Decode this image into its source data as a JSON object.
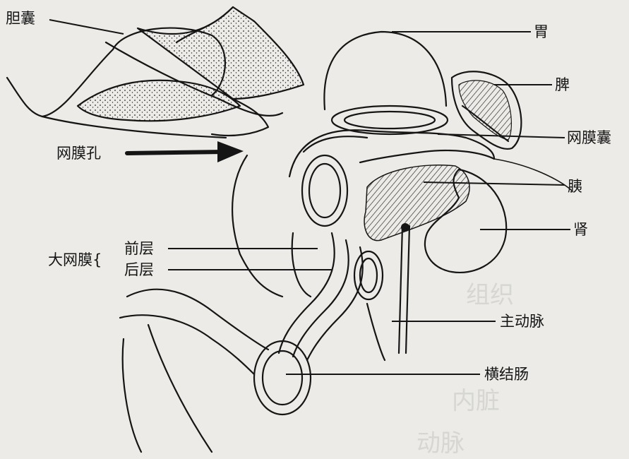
{
  "labels": {
    "gallbladder": "胆囊",
    "stomach": "胃",
    "spleen": "脾",
    "omental_bursa": "网膜囊",
    "epiploic_foramen": "网膜孔",
    "pancreas": "胰",
    "kidney": "肾",
    "greater_omentum": "大网膜{",
    "anterior_layer": "前层",
    "posterior_layer": "后层",
    "aorta": "主动脉",
    "transverse_colon": "横结肠"
  },
  "colors": {
    "background": "#ecebe7",
    "ink": "#151515",
    "show_through": "#d6d6d3"
  }
}
